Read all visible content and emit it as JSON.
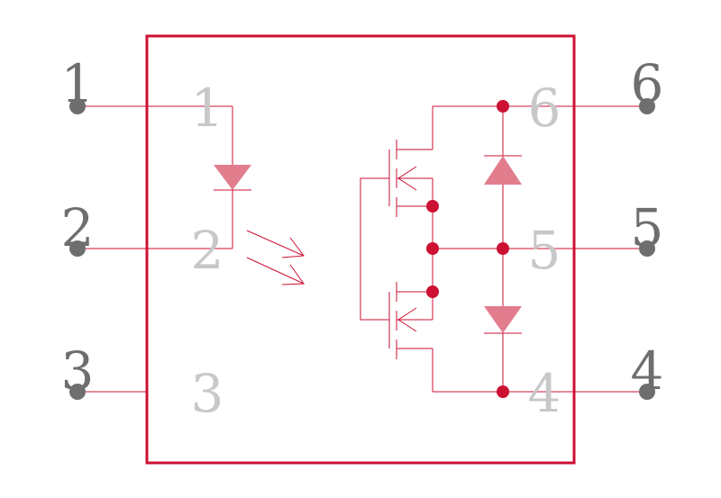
{
  "colors": {
    "outline": "#cc1133",
    "wire": "#cc1133",
    "symbol_fill": "#e27d8e",
    "junction": "#cc1133",
    "pin_dot": "#6e6e6e",
    "outer_label": "#6e6e6e",
    "inner_label": "#c8c8c8"
  },
  "pins": {
    "outer": [
      "1",
      "2",
      "3",
      "4",
      "5",
      "6"
    ],
    "inner": [
      "1",
      "2",
      "3",
      "4",
      "5",
      "6"
    ]
  },
  "components": [
    "led-diode-icon",
    "light-emission-arrows-icon",
    "mosfet-upper-icon",
    "mosfet-lower-icon",
    "body-diode-upper-icon",
    "body-diode-lower-icon"
  ]
}
